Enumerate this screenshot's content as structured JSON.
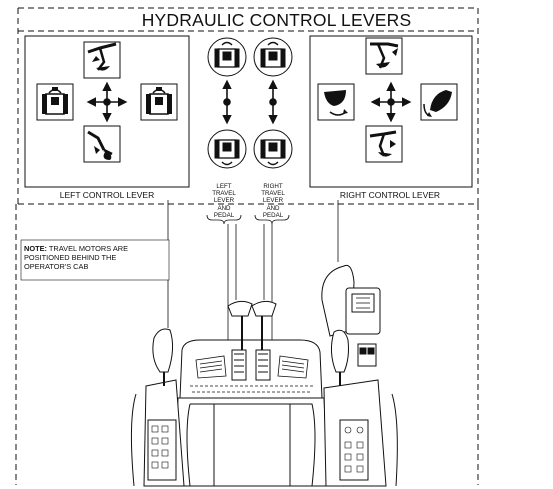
{
  "title": "HYDRAULIC CONTROL LEVERS",
  "left_caption": "LEFT CONTROL LEVER",
  "right_caption": "RIGHT CONTROL LEVER",
  "left_travel": [
    "LEFT",
    "TRAVEL",
    "LEVER",
    "AND",
    "PEDAL"
  ],
  "right_travel": [
    "RIGHT",
    "TRAVEL",
    "LEVER",
    "AND",
    "PEDAL"
  ],
  "note": {
    "label": "NOTE:",
    "lines": [
      " TRAVEL MOTORS ARE",
      "POSITIONED BEHIND THE",
      "OPERATOR'S CAB"
    ]
  },
  "icons": {
    "left_panel": [
      "boom-up-icon",
      "swing-left-icon",
      "swing-right-icon",
      "boom-down-icon",
      "cross-arrow-icon"
    ],
    "travel": [
      "forward-travel-icon",
      "reverse-travel-icon"
    ],
    "right_panel": [
      "stick-out-icon",
      "bucket-curl-icon",
      "bucket-dump-icon",
      "stick-in-icon",
      "cross-arrow-icon"
    ]
  },
  "colors": {
    "line": "#111111",
    "background": "#ffffff"
  }
}
